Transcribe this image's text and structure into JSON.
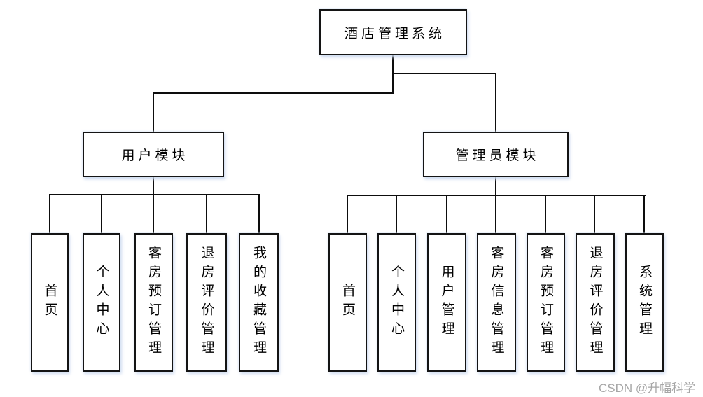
{
  "diagram": {
    "type": "org-chart",
    "root": {
      "label": "酒店管理系统"
    },
    "modules": [
      {
        "label": "用户模块",
        "children": [
          "首页",
          "个人中心",
          "客房预订管理",
          "退房评价管理",
          "我的收藏管理"
        ]
      },
      {
        "label": "管理员模块",
        "children": [
          "首页",
          "个人中心",
          "用户管理",
          "客房信息管理",
          "客房预订管理",
          "退房评价管理",
          "系统管理"
        ]
      }
    ]
  },
  "watermark": {
    "text": "CSDN @升幅科学"
  },
  "colors": {
    "background": "#ffffff",
    "line": "#0d0d0d",
    "box_border": "#141414",
    "box_fill": "#ffffff",
    "text": "#000000",
    "shadow_tint": "#dce6f4",
    "watermark_text": "#a6a6a6"
  }
}
